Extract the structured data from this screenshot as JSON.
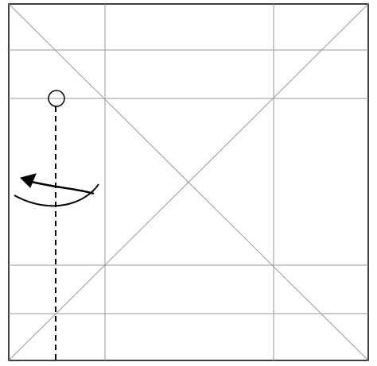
{
  "diagram": {
    "kind": "origami-fold-step",
    "elements": [
      "square-sheet",
      "crease-lines",
      "diagonal-creases",
      "fold-point-marker",
      "valley-fold-line",
      "fold-direction-arrow"
    ]
  },
  "colors": {
    "sheet_fill": "#ffffff",
    "sheet_border": "#000000",
    "crease": "#9a9a9a",
    "fold_line": "#000000",
    "arrow": "#000000"
  },
  "icons": {
    "fold_point": "circle-marker-icon",
    "fold_arrow": "curved-arrow-icon"
  }
}
